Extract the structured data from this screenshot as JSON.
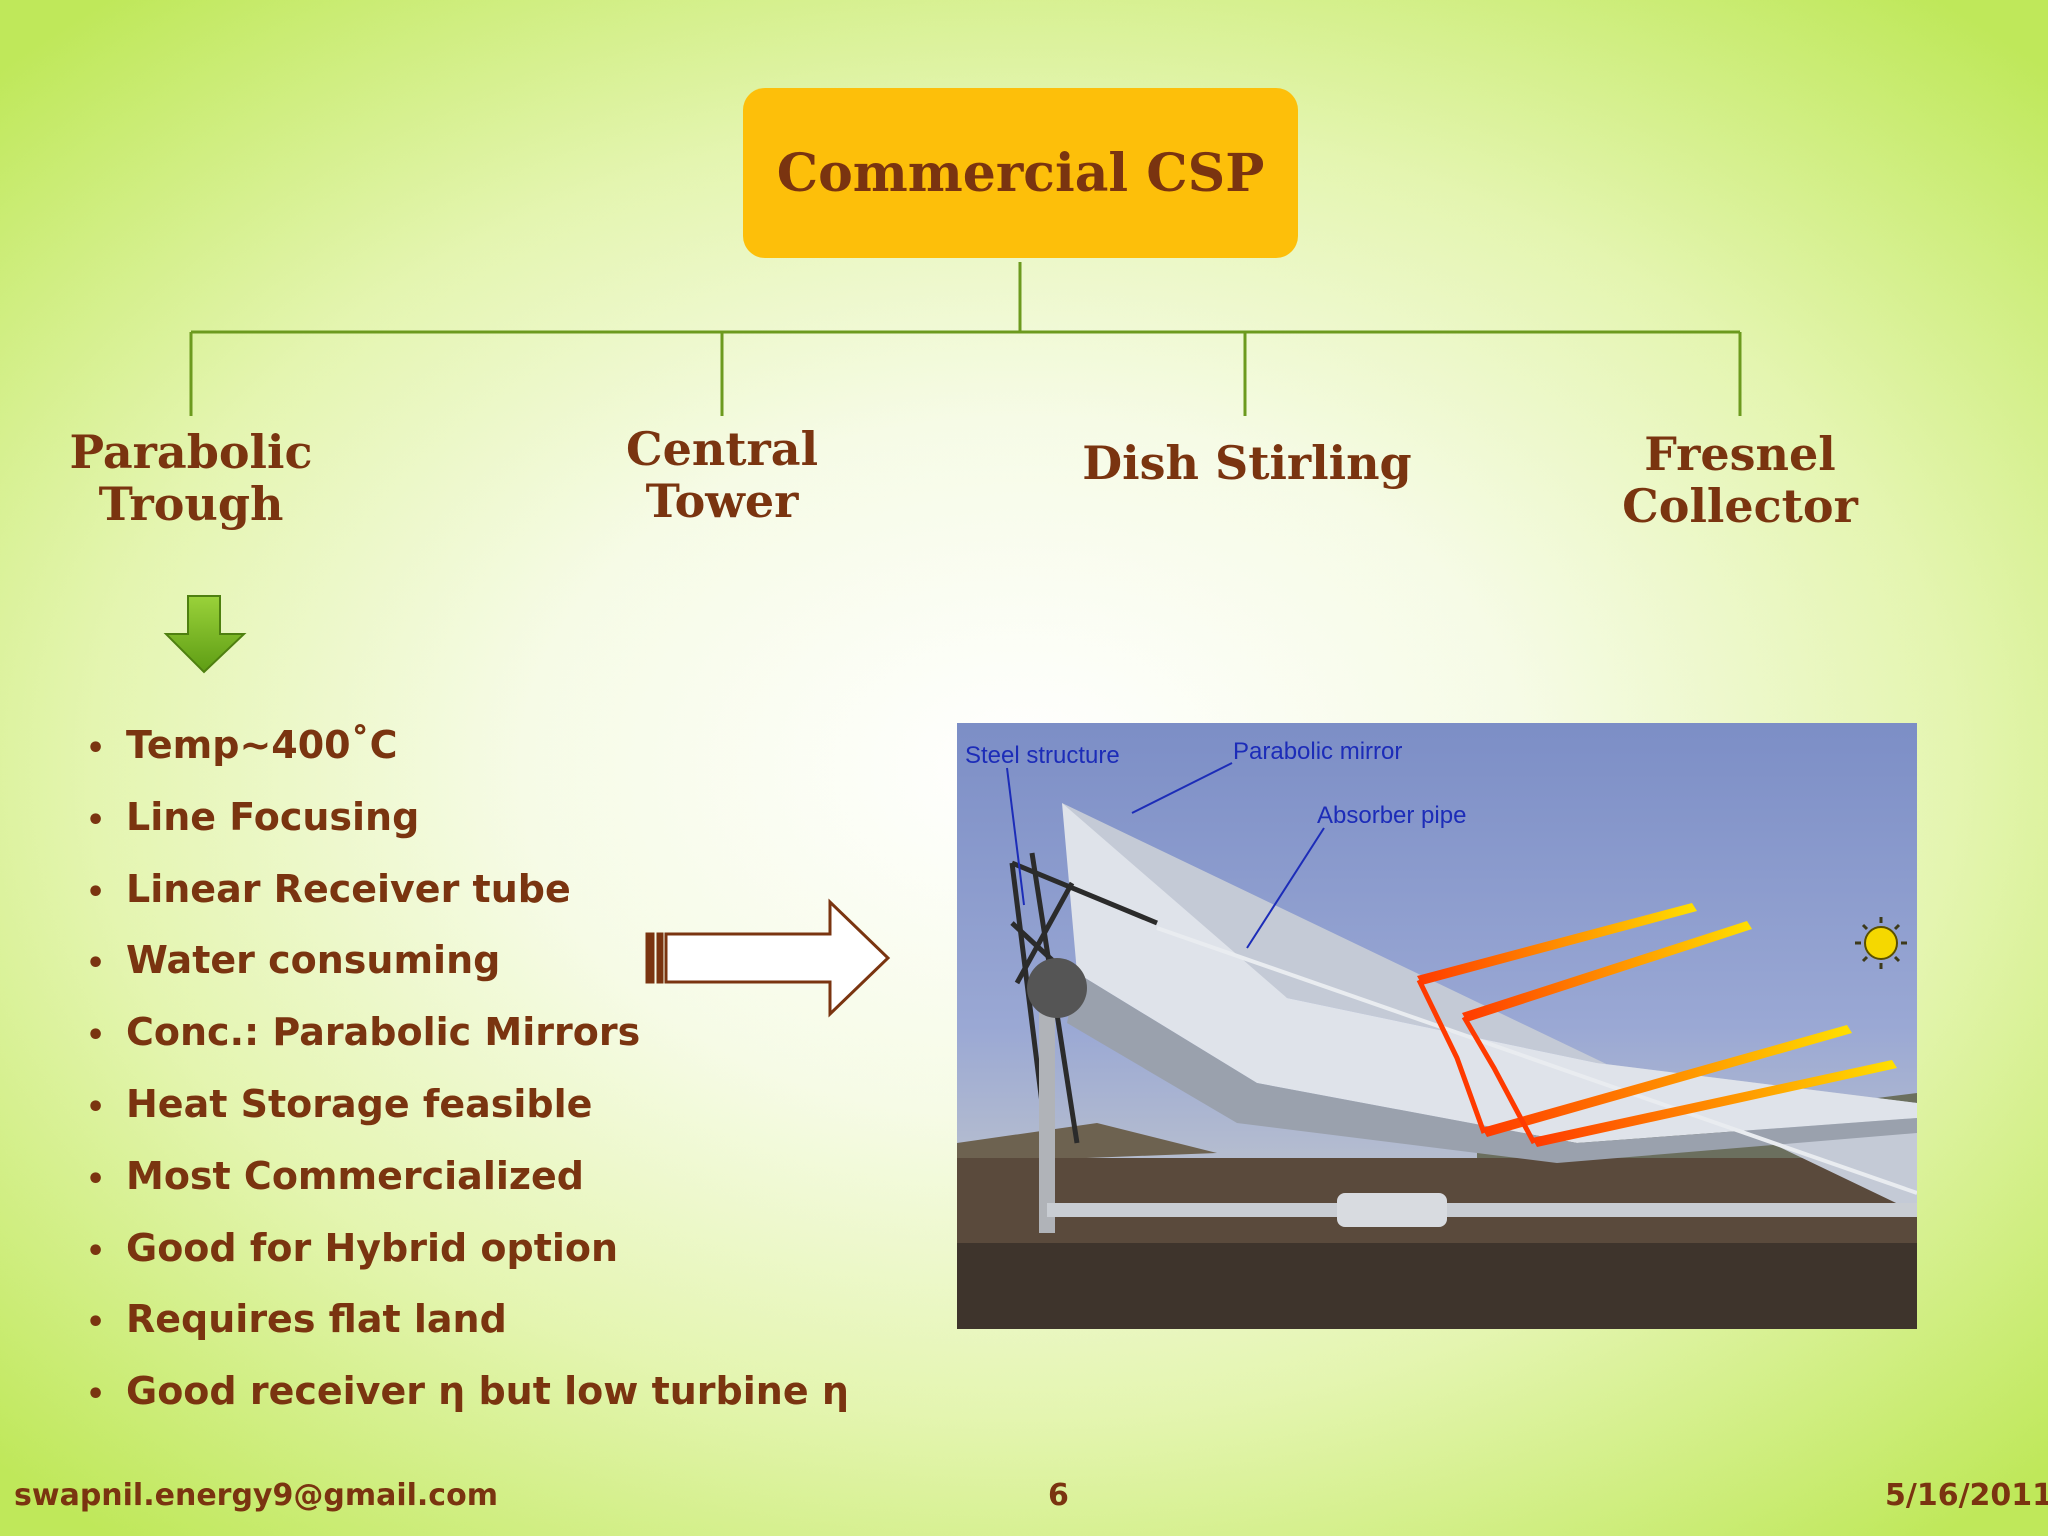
{
  "diagram": {
    "root": "Commercial CSP",
    "branches": [
      {
        "line1": "Parabolic",
        "line2": "Trough"
      },
      {
        "line1": "Central",
        "line2": "Tower"
      },
      {
        "line1": "Dish Stirling",
        "line2": ""
      },
      {
        "line1": "Fresnel",
        "line2": "Collector"
      }
    ],
    "colors": {
      "root_fill": "#fdbf0a",
      "text": "#7a3410",
      "connector": "#6c9a1e",
      "down_arrow": "#7dba22"
    }
  },
  "bullets": [
    "Temp~400˚C",
    "Line Focusing",
    "Linear Receiver tube",
    "Water consuming",
    "Conc.: Parabolic Mirrors",
    "Heat Storage feasible",
    "Most Commercialized",
    "Good for Hybrid option",
    "Requires flat land",
    "Good receiver η but low turbine η"
  ],
  "image": {
    "labels": {
      "steel": "Steel structure",
      "mirror": "Parabolic mirror",
      "pipe": "Absorber pipe"
    }
  },
  "footer": {
    "email": "swapnil.energy9@gmail.com",
    "page": "6",
    "date": "5/16/2011"
  }
}
